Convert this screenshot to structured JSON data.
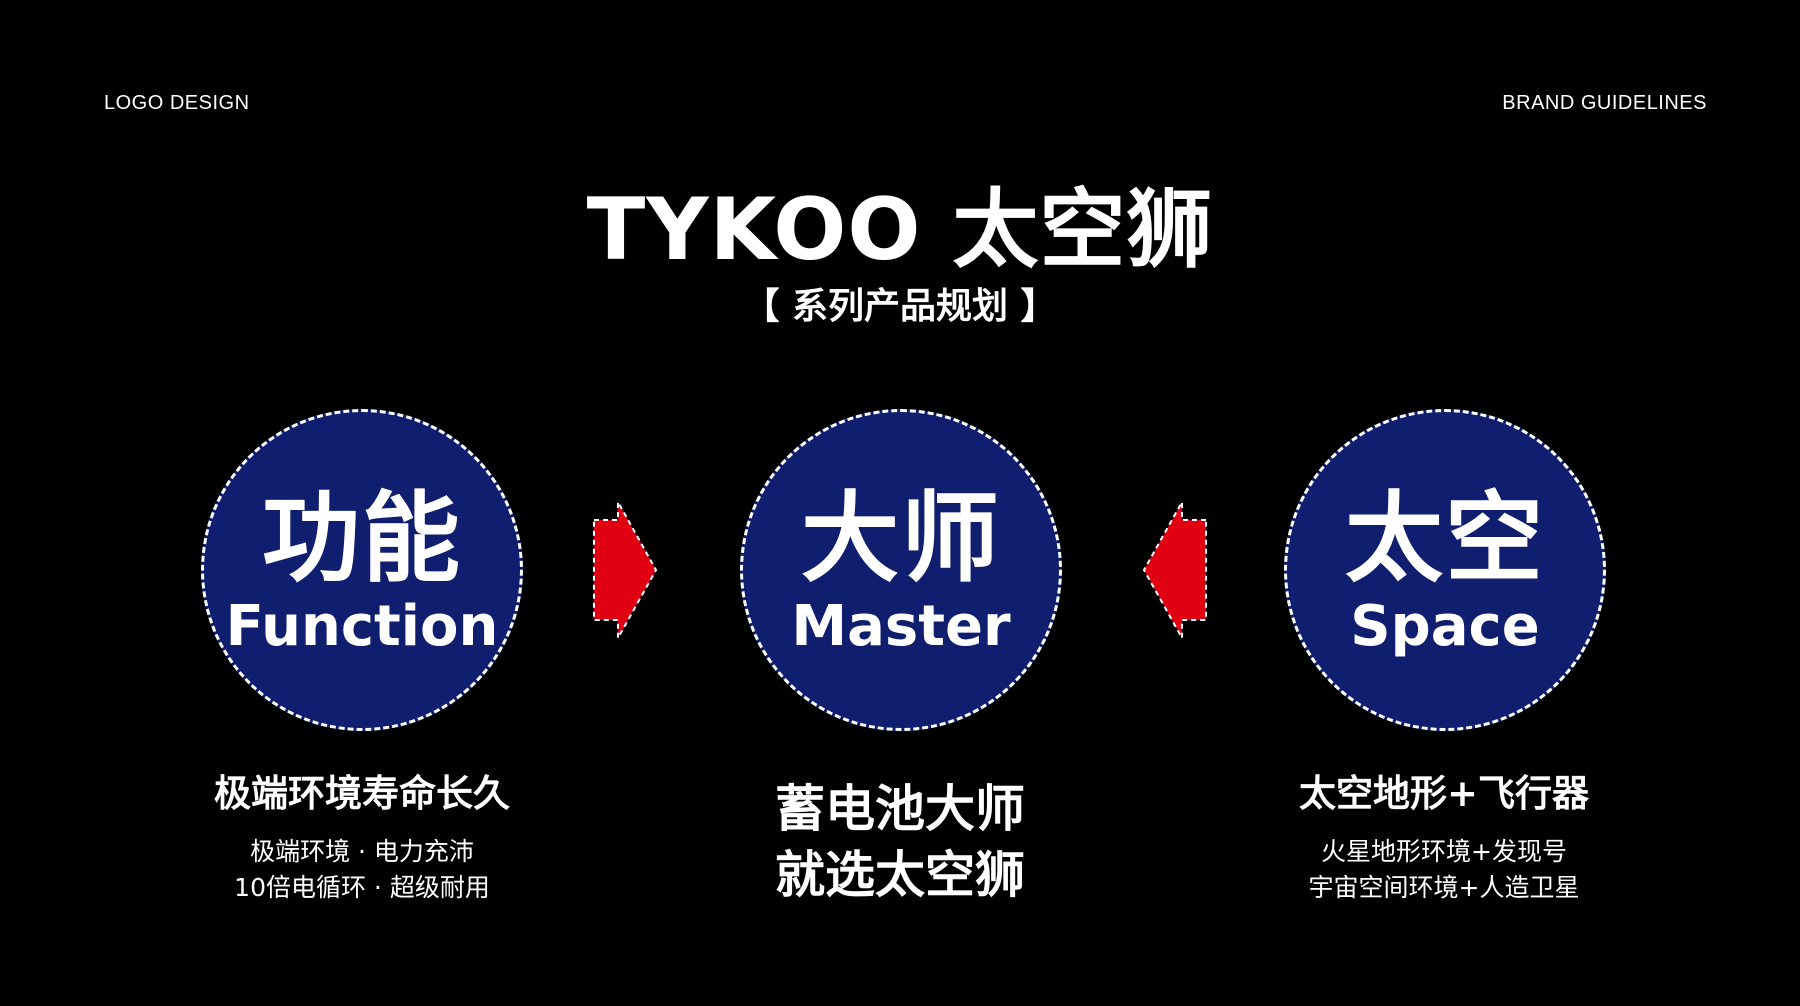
{
  "header": {
    "left_label": "LOGO  DESIGN",
    "right_label": "BRAND GUIDELINES"
  },
  "title": "TYKOO 太空狮",
  "subtitle": "【 系列产品规划 】",
  "colors": {
    "background": "#000000",
    "circle_fill": "#0f1e6e",
    "arrow_red": "#e00012",
    "text": "#ffffff"
  },
  "circles": [
    {
      "cn": "功能",
      "en": "Function",
      "caption": "极端环境寿命长久",
      "details": [
        "极端环境 · 电力充沛",
        "10倍电循环 · 超级耐用"
      ]
    },
    {
      "cn": "大师",
      "en": "Master",
      "caption_lines": [
        "蓄电池大师",
        "就选太空狮"
      ]
    },
    {
      "cn": "太空",
      "en": "Space",
      "caption": "太空地形+飞行器",
      "details": [
        "火星地形环境+发现号",
        "宇宙空间环境+人造卫星"
      ]
    }
  ],
  "arrows": [
    {
      "direction": "right",
      "icon": "arrow-right-icon"
    },
    {
      "direction": "left",
      "icon": "arrow-left-icon"
    }
  ]
}
